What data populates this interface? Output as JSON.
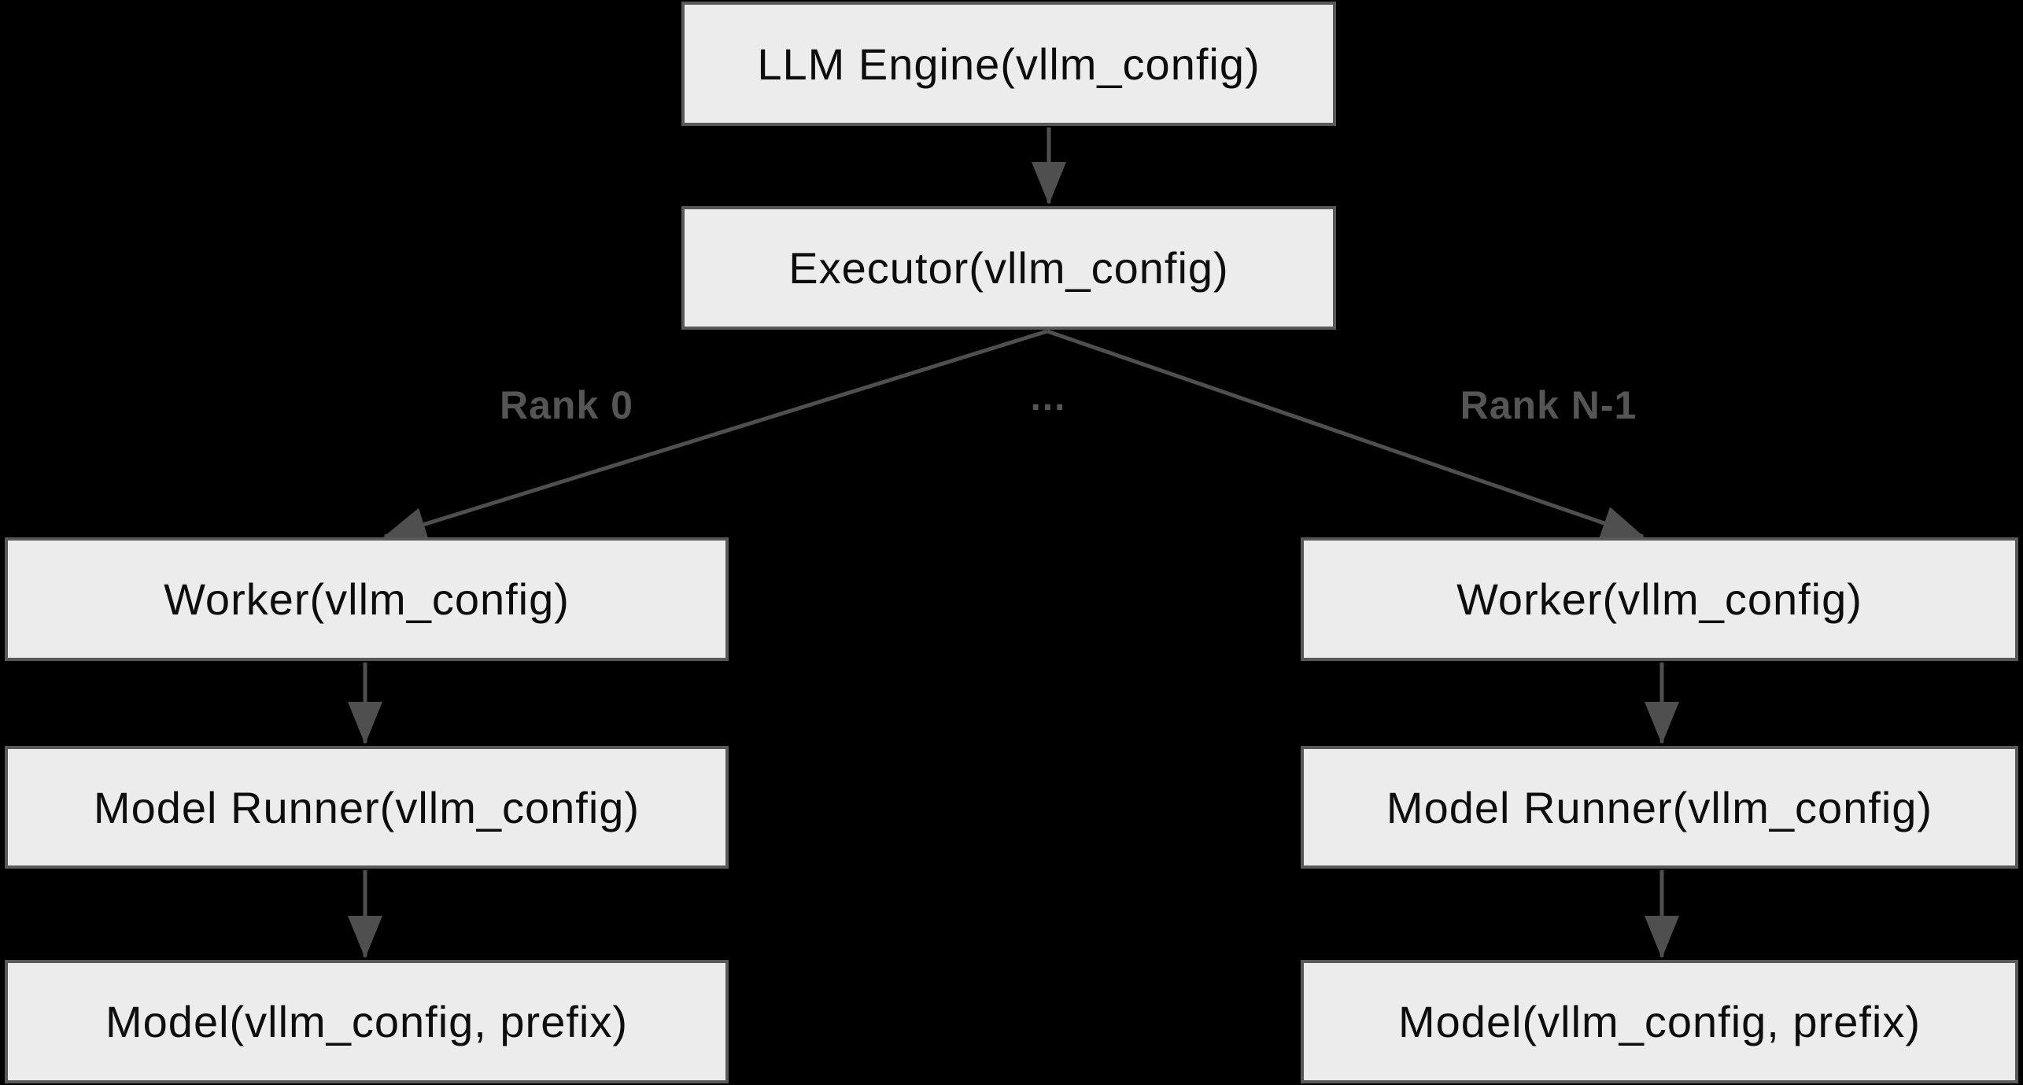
{
  "diagram": {
    "nodes": {
      "llm_engine": "LLM Engine(vllm_config)",
      "executor": "Executor(vllm_config)",
      "worker_0": "Worker(vllm_config)",
      "model_runner_0": "Model Runner(vllm_config)",
      "model_0": "Model(vllm_config, prefix)",
      "worker_n": "Worker(vllm_config)",
      "model_runner_n": "Model Runner(vllm_config)",
      "model_n": "Model(vllm_config, prefix)"
    },
    "edge_labels": {
      "rank_0": "Rank 0",
      "ellipsis": "…",
      "rank_n": "Rank N-1"
    },
    "colors": {
      "background": "#000000",
      "node_fill": "#ececec",
      "node_border": "#595959",
      "node_text": "#0d0d0d",
      "edge": "#4f4f4f",
      "edge_label": "#555555"
    }
  }
}
